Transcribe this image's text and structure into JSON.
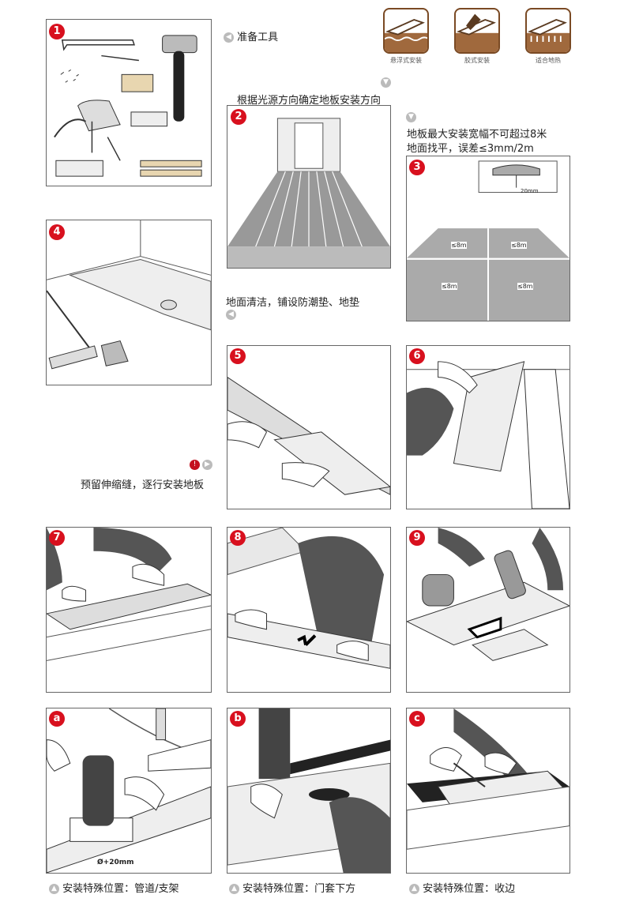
{
  "badges": {
    "s1": "1",
    "s2": "2",
    "s3": "3",
    "s4": "4",
    "s5": "5",
    "s6": "6",
    "s7": "7",
    "s8": "8",
    "s9": "9",
    "sa": "a",
    "sb": "b",
    "sc": "c"
  },
  "captions": {
    "tools": "准备工具",
    "direction": "根据光源方向确定地板安装方向",
    "width_line1": "地板最大安装宽幅不可超过8米",
    "width_line2": "地面找平，误差≤3mm/2m",
    "clean": "地面清洁，铺设防潮垫、地垫",
    "gap": "预留伸缩缝，逐行安装地板",
    "pipe": "安装特殊位置：管道/支架",
    "door": "安装特殊位置：门套下方",
    "edge": "安装特殊位置：收边"
  },
  "install_types": [
    {
      "label": "悬浮式安装"
    },
    {
      "label": "胶式安装"
    },
    {
      "label": "适合地热"
    }
  ],
  "measurements": {
    "gap_20mm": "20mm",
    "span_1": "≤8m",
    "span_2": "≤8m",
    "span_3": "≤8m",
    "span_4": "≤8m",
    "hole": "Ø+20mm"
  },
  "colors": {
    "accent_red": "#d8101e",
    "brand_brown": "#7a4a24"
  }
}
